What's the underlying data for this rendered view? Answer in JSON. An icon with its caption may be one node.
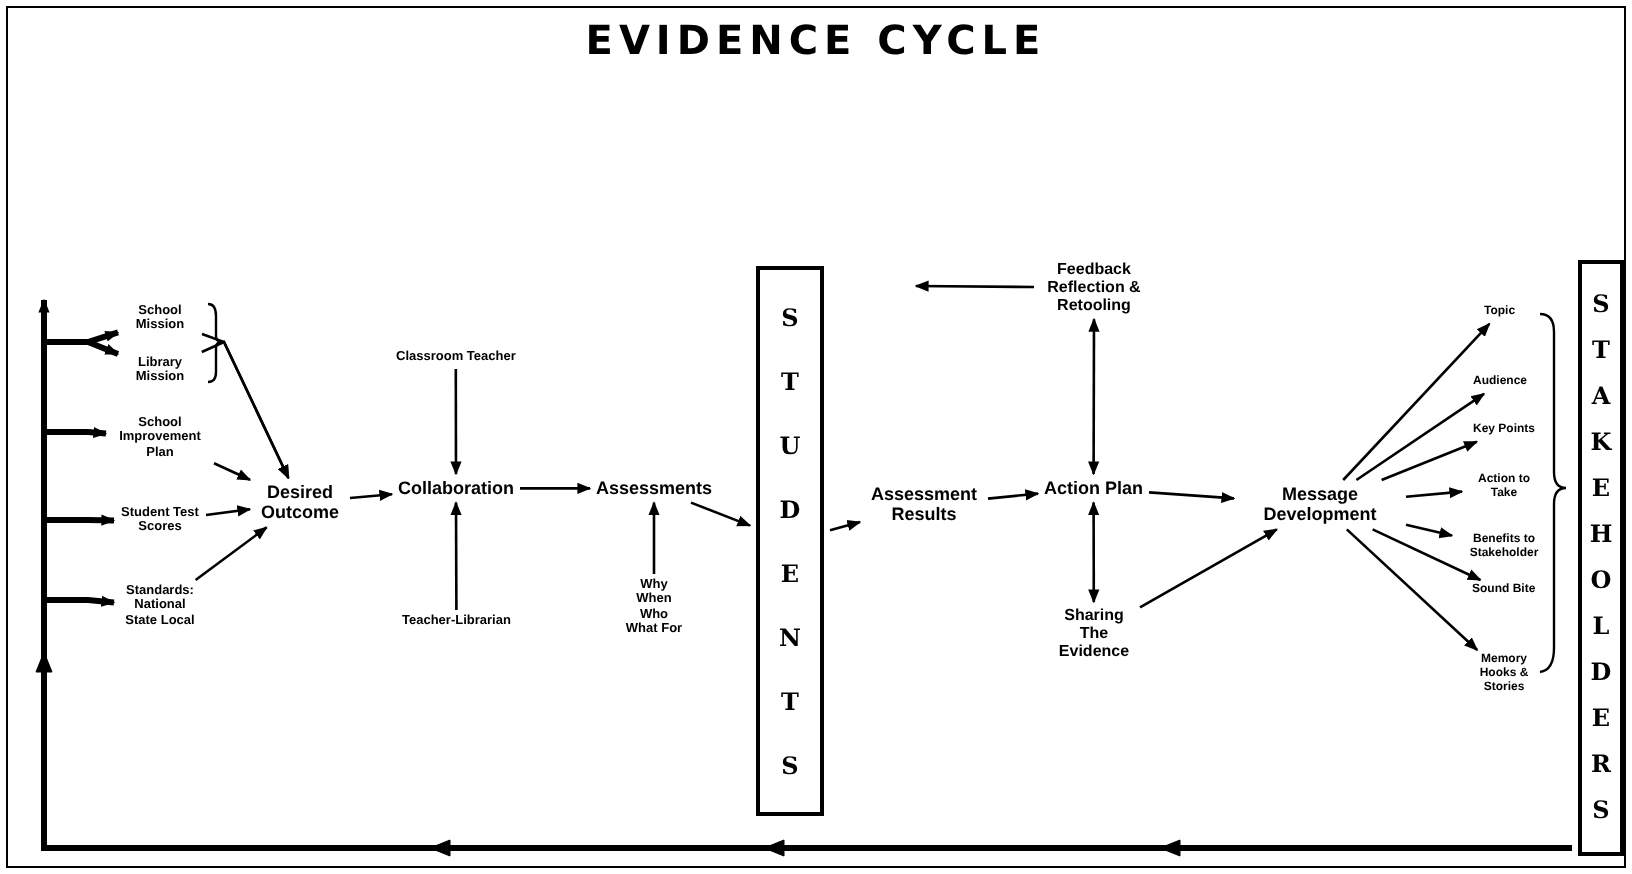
{
  "diagram": {
    "title": "EVIDENCE CYCLE",
    "nodes": [
      {
        "text": [
          "School Mission"
        ]
      },
      {
        "text": [
          "Library Mission"
        ]
      },
      {
        "text": [
          "School Improvement Plan"
        ]
      },
      {
        "text": [
          "Student Test Scores"
        ]
      },
      {
        "text": [
          "Standards: National State Local"
        ]
      },
      {
        "text": [
          "Desired Outcome"
        ]
      },
      {
        "text": [
          "Classroom Teacher"
        ]
      },
      {
        "text": [
          "Collaboration"
        ]
      },
      {
        "text": [
          "Teacher-Librarian"
        ]
      },
      {
        "text": [
          "Assessments"
        ]
      },
      {
        "text": [
          "Why When Who What For"
        ]
      },
      {
        "text": [
          "S T U D E N T S"
        ]
      },
      {
        "text": [
          "Assessment Results"
        ]
      },
      {
        "text": [
          "Feedback Reflection & Retooling"
        ]
      },
      {
        "text": [
          "Action Plan"
        ]
      },
      {
        "text": [
          "Sharing The Evidence"
        ]
      },
      {
        "text": [
          "Message Development"
        ]
      },
      {
        "text": [
          "Topic"
        ]
      },
      {
        "text": [
          "Audience"
        ]
      },
      {
        "text": [
          "Key Points"
        ]
      },
      {
        "text": [
          "Action to Take"
        ]
      },
      {
        "text": [
          "Benefits to Stakeholder"
        ]
      },
      {
        "text": [
          "Sound Bite"
        ]
      },
      {
        "text": [
          "Memory Hooks & Stories"
        ]
      },
      {
        "text": [
          "S T A K E H O L D E R S"
        ]
      }
    ],
    "edges": [
      {
        "from": 0,
        "to": 5,
        "arrow": "to"
      },
      {
        "from": 1,
        "to": 5,
        "arrow": "to"
      },
      {
        "from": 2,
        "to": 5,
        "arrow": "to"
      },
      {
        "from": 3,
        "to": 5,
        "arrow": "to"
      },
      {
        "from": 4,
        "to": 5,
        "arrow": "to"
      },
      {
        "from": 5,
        "to": 7,
        "arrow": "to"
      },
      {
        "from": 6,
        "to": 7,
        "arrow": "to"
      },
      {
        "from": 8,
        "to": 7,
        "arrow": "to"
      },
      {
        "from": 7,
        "to": 9,
        "arrow": "to"
      },
      {
        "from": 10,
        "to": 9,
        "arrow": "to"
      },
      {
        "from": 9,
        "to": 11,
        "arrow": "to"
      },
      {
        "from": 11,
        "to": 12,
        "arrow": "to"
      },
      {
        "from": 12,
        "to": 14,
        "arrow": "to"
      },
      {
        "from": 14,
        "to": 13,
        "arrow": "both"
      },
      {
        "from": 13,
        "to": null,
        "arrow": "to"
      },
      {
        "from": 14,
        "to": 15,
        "arrow": "both"
      },
      {
        "from": 14,
        "to": 16,
        "arrow": "to"
      },
      {
        "from": 15,
        "to": 16,
        "arrow": "to"
      },
      {
        "from": 16,
        "to": 17,
        "arrow": "to"
      },
      {
        "from": 16,
        "to": 18,
        "arrow": "to"
      },
      {
        "from": 16,
        "to": 19,
        "arrow": "to"
      },
      {
        "from": 16,
        "to": 20,
        "arrow": "to"
      },
      {
        "from": 16,
        "to": 21,
        "arrow": "to"
      },
      {
        "from": 16,
        "to": 22,
        "arrow": "to"
      },
      {
        "from": 16,
        "to": 23,
        "arrow": "to"
      },
      {
        "from": 24,
        "to": 0,
        "arrow": "to",
        "style": "thick"
      },
      {
        "from": 24,
        "to": 1,
        "arrow": "to",
        "style": "thick"
      },
      {
        "from": 24,
        "to": 2,
        "arrow": "to",
        "style": "thick"
      },
      {
        "from": 24,
        "to": 3,
        "arrow": "to",
        "style": "thick"
      },
      {
        "from": 24,
        "to": 4,
        "arrow": "to",
        "style": "thick"
      },
      {
        "from": 24,
        "to": null,
        "arrow": "to",
        "style": "thick"
      }
    ]
  }
}
